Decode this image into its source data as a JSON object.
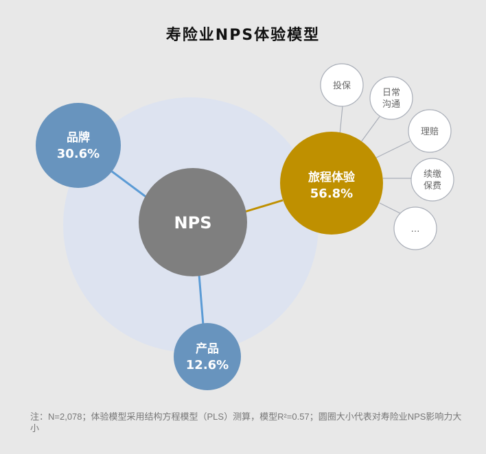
{
  "title": "寿险业NPS体验模型",
  "colors": {
    "background": "#e8e8e8",
    "halo": "#dde3f0",
    "brand": "#6894be",
    "nps": "#7f7f7f",
    "journey": "#bf9000",
    "link_blue": "#5b9bd5",
    "link_gray": "#a8adb7"
  },
  "center": {
    "label": "NPS"
  },
  "drivers": [
    {
      "label": "品牌",
      "value": "30.6%"
    },
    {
      "label": "旅程体验",
      "value": "56.8%"
    },
    {
      "label": "产品",
      "value": "12.6%"
    }
  ],
  "journey_items": [
    {
      "lines": [
        "投保"
      ]
    },
    {
      "lines": [
        "日常",
        "沟通"
      ]
    },
    {
      "lines": [
        "理赔"
      ]
    },
    {
      "lines": [
        "续缴",
        "保费"
      ]
    },
    {
      "lines": [
        "…"
      ]
    }
  ],
  "note": "注：N=2,078；体验模型采用结构方程模型（PLS）测算，模型R²=0.57；圆圈大小代表对寿险业NPS影响力大小"
}
